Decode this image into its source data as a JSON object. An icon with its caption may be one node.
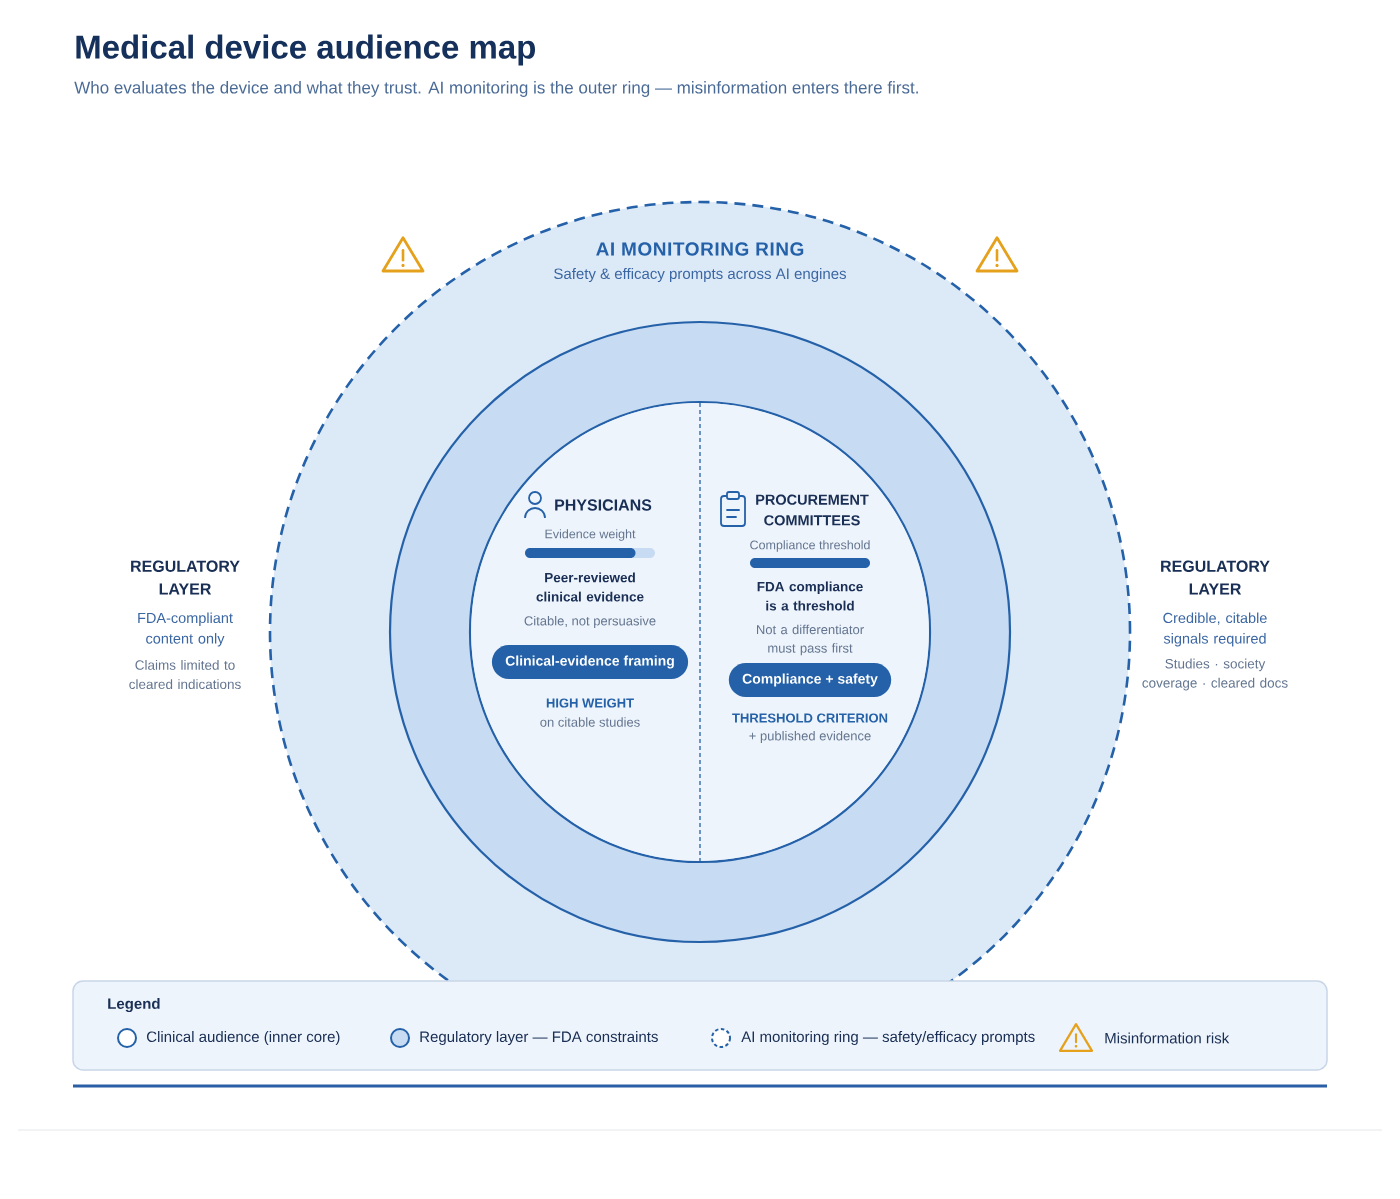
{
  "diagram": {
    "title": "Medical device audience map",
    "caption": "Who evaluates the device and what they trust. AI monitoring is the outer ring — misinformation enters there first.",
    "nodes": [
      {
        "text": [
          "AI MONITORING RING",
          "Safety & efficacy prompts across AI engines"
        ]
      },
      {
        "text": [],
        "shape": "circle",
        "in": 0,
        "beside": [
          "REGULATORY LAYER",
          "FDA-compliant content only",
          "Claims limited to cleared indications",
          "REGULATORY LAYER",
          "Credible, citable signals required",
          "Studies · society coverage · cleared docs"
        ]
      },
      {
        "text": [],
        "shape": "circle",
        "in": 1
      },
      {
        "text": [
          "PHYSICIANS",
          "Evidence weight",
          "Peer-reviewed clinical evidence",
          "Citable, not persuasive",
          "HIGH WEIGHT",
          "on citable studies"
        ],
        "in": 2
      },
      {
        "text": [
          "Clinical-evidence framing"
        ],
        "in": 3
      },
      {
        "text": [
          "PROCUREMENT COMMITTEES",
          "Compliance threshold",
          "FDA compliance is a threshold",
          "Not a differentiator must pass first",
          "THRESHOLD CRITERION",
          "+ published evidence"
        ],
        "in": 2
      },
      {
        "text": [
          "Compliance + safety"
        ],
        "in": 5
      }
    ],
    "labels": [
      "Legend"
    ],
    "legend": [
      {
        "text": "Clinical audience (inner core)"
      },
      {
        "text": "Regulatory layer — FDA constraints"
      },
      {
        "text": "AI monitoring ring — safety/efficacy prompts"
      },
      {
        "text": "Misinformation risk"
      }
    ]
  }
}
